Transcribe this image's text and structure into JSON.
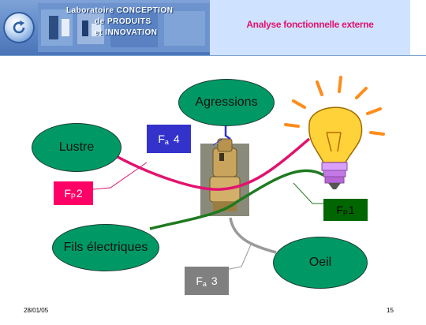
{
  "header": {
    "lab_line1": "Laboratoire CONCEPTION",
    "lab_line2": "de PRODUITS",
    "lab_line3": "et INNOVATION",
    "title": "Analyse fonctionnelle externe"
  },
  "diagram": {
    "nodes": {
      "agressions": "Agressions",
      "lustre": "Lustre",
      "fils": "Fils électriques",
      "oeil": "Oeil"
    },
    "functions": {
      "fa4": {
        "main": "F",
        "sub": "a",
        "num": "4"
      },
      "fp2": {
        "main": "F",
        "sub": "P",
        "num": "2"
      },
      "fp1": {
        "main": "F",
        "sub": "P",
        "num": "1"
      },
      "fa3": {
        "main": "F",
        "sub": "a",
        "num": "3"
      }
    }
  },
  "colors": {
    "node_fill": "#009966",
    "fa4_box": "#3333cc",
    "fp2_box": "#ff0066",
    "fp1_box": "#006600",
    "fa3_box": "#808080",
    "line_pink": "#e2136f",
    "line_green": "#1f7a1f",
    "line_gray": "#9a9a9a",
    "line_blue": "#3333cc"
  },
  "footer": {
    "date": "28/01/05",
    "page": "15"
  }
}
